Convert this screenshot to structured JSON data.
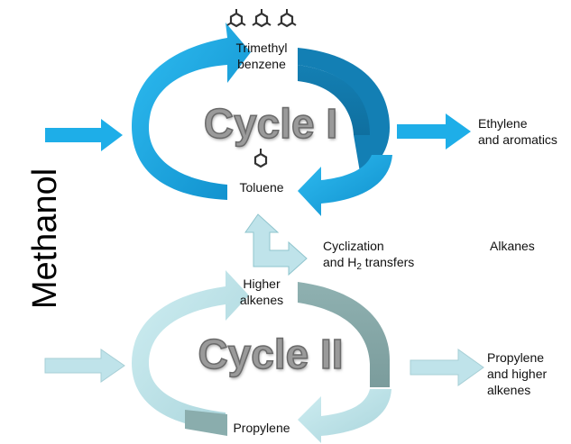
{
  "side_label": "Methanol",
  "cycles": [
    {
      "title": "Cycle I",
      "color_main": "#1eaee8",
      "color_dark": "#137fb4"
    },
    {
      "title": "Cycle II",
      "color_main": "#bfe3ea",
      "color_dark": "#8aadad"
    }
  ],
  "nodes": {
    "top_product_line1": "Trimethyl",
    "top_product_line2": "benzene",
    "toluene": "Toluene",
    "higher_alkenes_line1": "Higher",
    "higher_alkenes_line2": "alkenes",
    "propylene": "Propylene"
  },
  "outputs": {
    "cycle1_line1": "Ethylene",
    "cycle1_line2": "and aromatics",
    "cycle2_line1": "Propylene",
    "cycle2_line2": "and higher",
    "cycle2_line3": "alkenes"
  },
  "links": {
    "cyclization_line1": "Cyclization",
    "h2_pre": "and H",
    "h2_sub": "2",
    "h2_post": " transfers",
    "alkanes": "Alkanes"
  },
  "icons": [
    "benzene-ring-icon",
    "toluene-molecule-icon"
  ]
}
